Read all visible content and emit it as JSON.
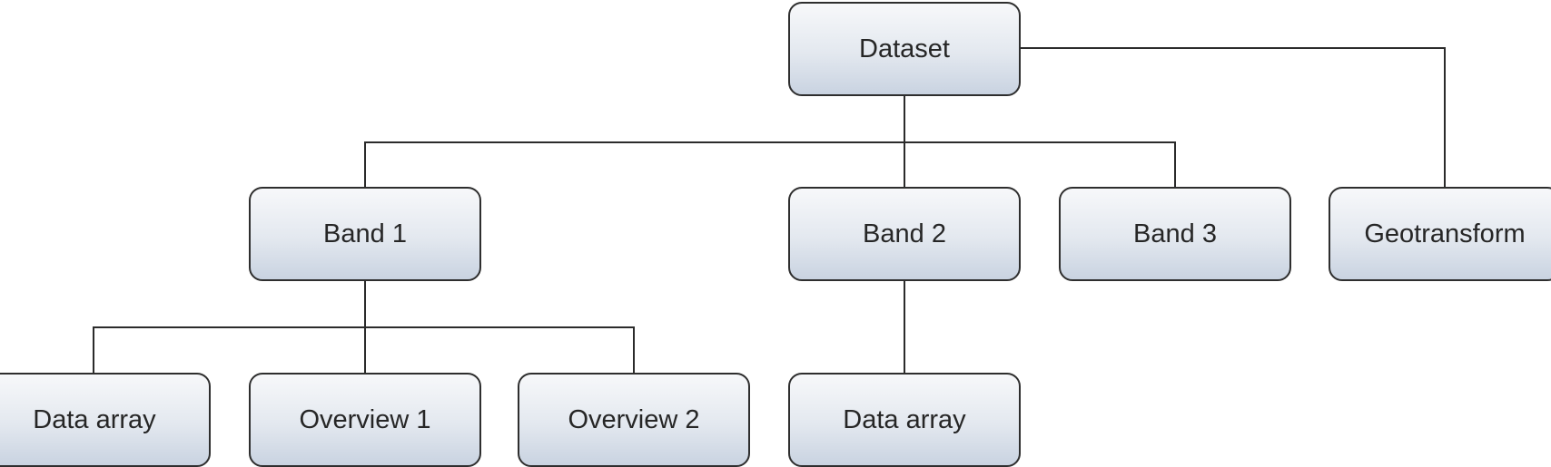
{
  "diagram": {
    "nodes": {
      "dataset": "Dataset",
      "band1": "Band 1",
      "band2": "Band 2",
      "band3": "Band 3",
      "geotransform": "Geotransform",
      "band1_data_array": "Data array",
      "overview1": "Overview 1",
      "overview2": "Overview 2",
      "band2_data_array": "Data array"
    },
    "edges": [
      {
        "from": "Dataset",
        "to": "Band 1"
      },
      {
        "from": "Dataset",
        "to": "Band 2"
      },
      {
        "from": "Dataset",
        "to": "Band 3"
      },
      {
        "from": "Dataset",
        "to": "Geotransform"
      },
      {
        "from": "Band 1",
        "to": "Data array"
      },
      {
        "from": "Band 1",
        "to": "Overview 1"
      },
      {
        "from": "Band 1",
        "to": "Overview 2"
      },
      {
        "from": "Band 2",
        "to": "Data array"
      }
    ],
    "colors": {
      "border": "#2e2e2e",
      "line": "#2b2b2b",
      "fill_top": "#f7f8fa",
      "fill_bottom": "#c9d3e1",
      "text": "#262626"
    }
  }
}
